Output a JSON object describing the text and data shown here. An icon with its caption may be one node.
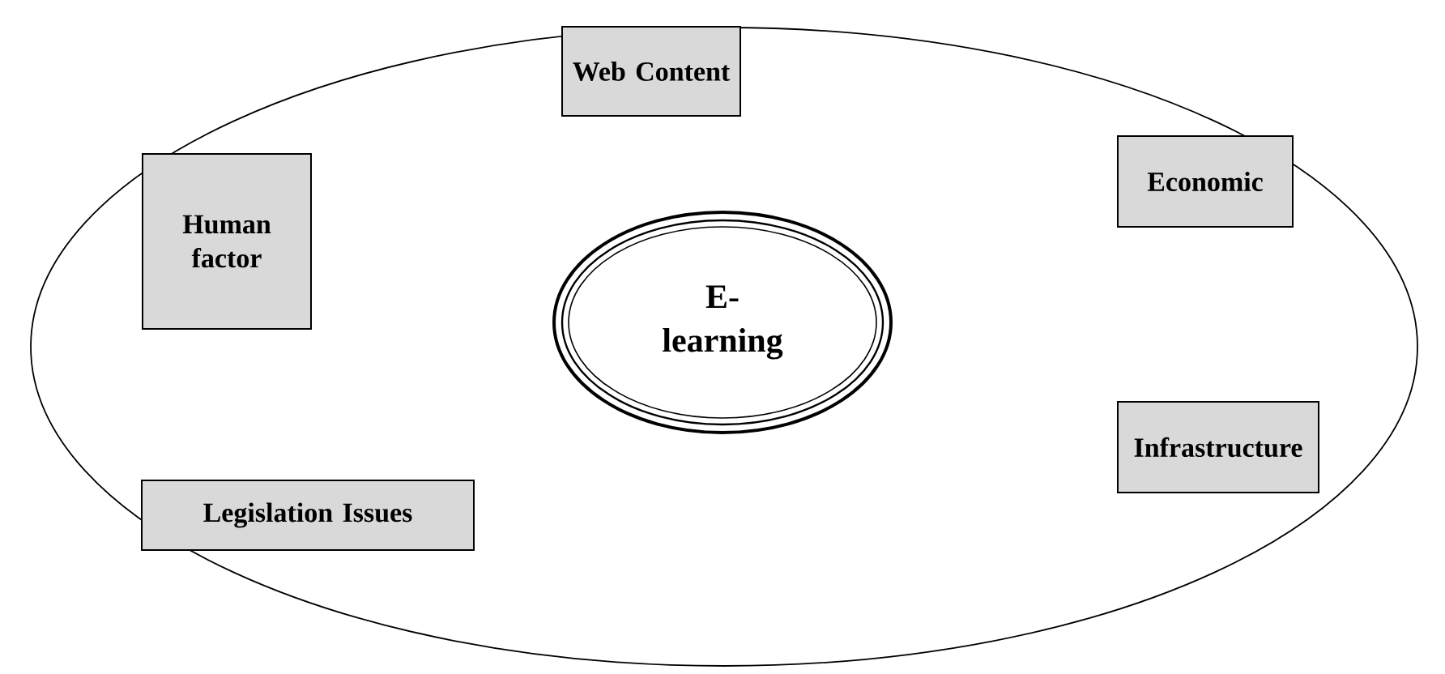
{
  "diagram": {
    "nodes": [
      {
        "text": [],
        "shape": "ellipse"
      },
      {
        "text": [
          "Web Content"
        ],
        "in": 0
      },
      {
        "text": [
          "Economic"
        ],
        "in": 0
      },
      {
        "text": [
          "Human factor"
        ],
        "in": 0
      },
      {
        "text": [
          "E- learning"
        ],
        "in": 0
      },
      {
        "text": [
          "Infrastructure"
        ],
        "in": 0
      },
      {
        "text": [
          "Legislation Issues"
        ],
        "in": 0
      }
    ]
  }
}
